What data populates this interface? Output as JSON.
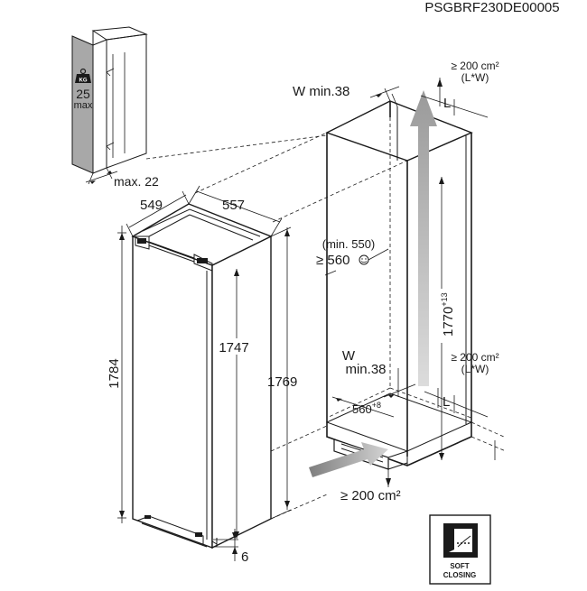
{
  "doc_code": "PSGBRF230DE00005",
  "door_panel": {
    "weight_value": "25",
    "weight_unit_icon": "KG",
    "weight_note": "max",
    "max_gap": "max. 22"
  },
  "appliance": {
    "depth": "549",
    "width": "557",
    "height_outer": "1784",
    "height_inner": "1747",
    "height_total": "1769",
    "bottom_gap": "6"
  },
  "niche": {
    "wall_gap_top": "W min.38",
    "wall_gap_bottom_line1": "W",
    "wall_gap_bottom_line2": "min.38",
    "depth_min": "(min. 550)",
    "depth_pref": "≥ 560",
    "width": "560",
    "width_tol": "+8",
    "height": "1770",
    "height_tol": "+13",
    "vent_top_line1": "≥ 200 cm²",
    "vent_top_line2": "(L*W)",
    "vent_mid_line1": "≥ 200 cm²",
    "vent_mid_line2": "(L*W)",
    "vent_bottom": "≥ 200 cm²",
    "label_L_top": "L",
    "label_L_bottom": "L"
  },
  "soft_closing": {
    "line1": "SOFT",
    "line2": "CLOSING"
  },
  "colors": {
    "line": "#1a1a1a",
    "door_panel_fill": "#a8a8a8",
    "airflow_arrow": "#b5b5b5"
  }
}
